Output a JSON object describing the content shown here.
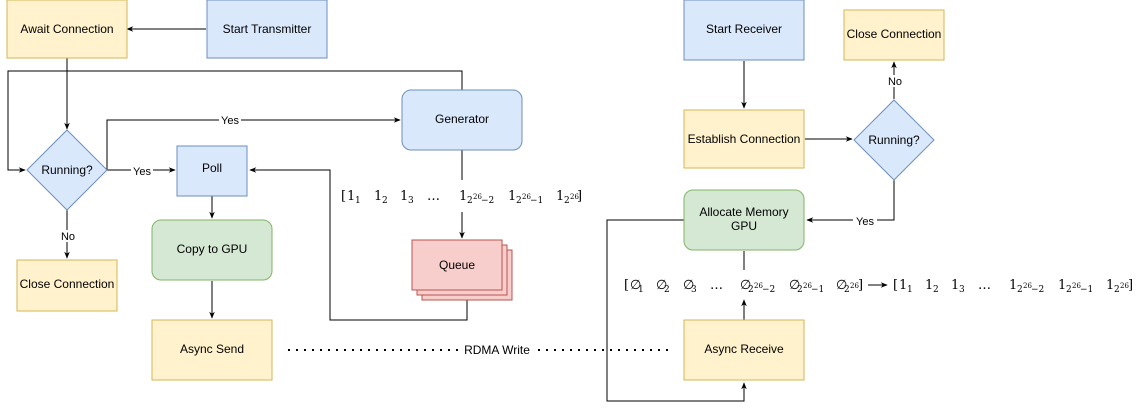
{
  "colors": {
    "blue_fill": "#dae8fc",
    "blue_stroke": "#6c8ebf",
    "yellow_fill": "#fff2cc",
    "yellow_stroke": "#d6b656",
    "green_fill": "#d5e8d4",
    "green_stroke": "#82b366",
    "red_fill": "#f8cecc",
    "red_stroke": "#b85450"
  },
  "nodes": {
    "await_connection": "Await Connection",
    "start_transmitter": "Start Transmitter",
    "running_left": "Running?",
    "close_connection_left": "Close Connection",
    "poll": "Poll",
    "generator": "Generator",
    "copy_to_gpu": "Copy to GPU",
    "queue": "Queue",
    "async_send": "Async Send",
    "start_receiver": "Start Receiver",
    "close_connection_right": "Close Connection",
    "establish_connection": "Establish Connection",
    "running_right": "Running?",
    "allocate_memory_line1": "Allocate Memory",
    "allocate_memory_line2": "GPU",
    "async_receive": "Async Receive"
  },
  "edge_labels": {
    "yes_generator": "Yes",
    "yes_poll": "Yes",
    "no_left": "No",
    "no_right": "No",
    "yes_right": "Yes",
    "rdma_write": "RDMA Write"
  },
  "math": {
    "open": "[",
    "close": "]",
    "ones": "1",
    "empties": "∅",
    "dots": "…",
    "sub1": "1",
    "sub2": "2",
    "sub3": "3",
    "sub_base": "2",
    "exp26": "26",
    "minus2": "−2",
    "minus1": "−1"
  }
}
